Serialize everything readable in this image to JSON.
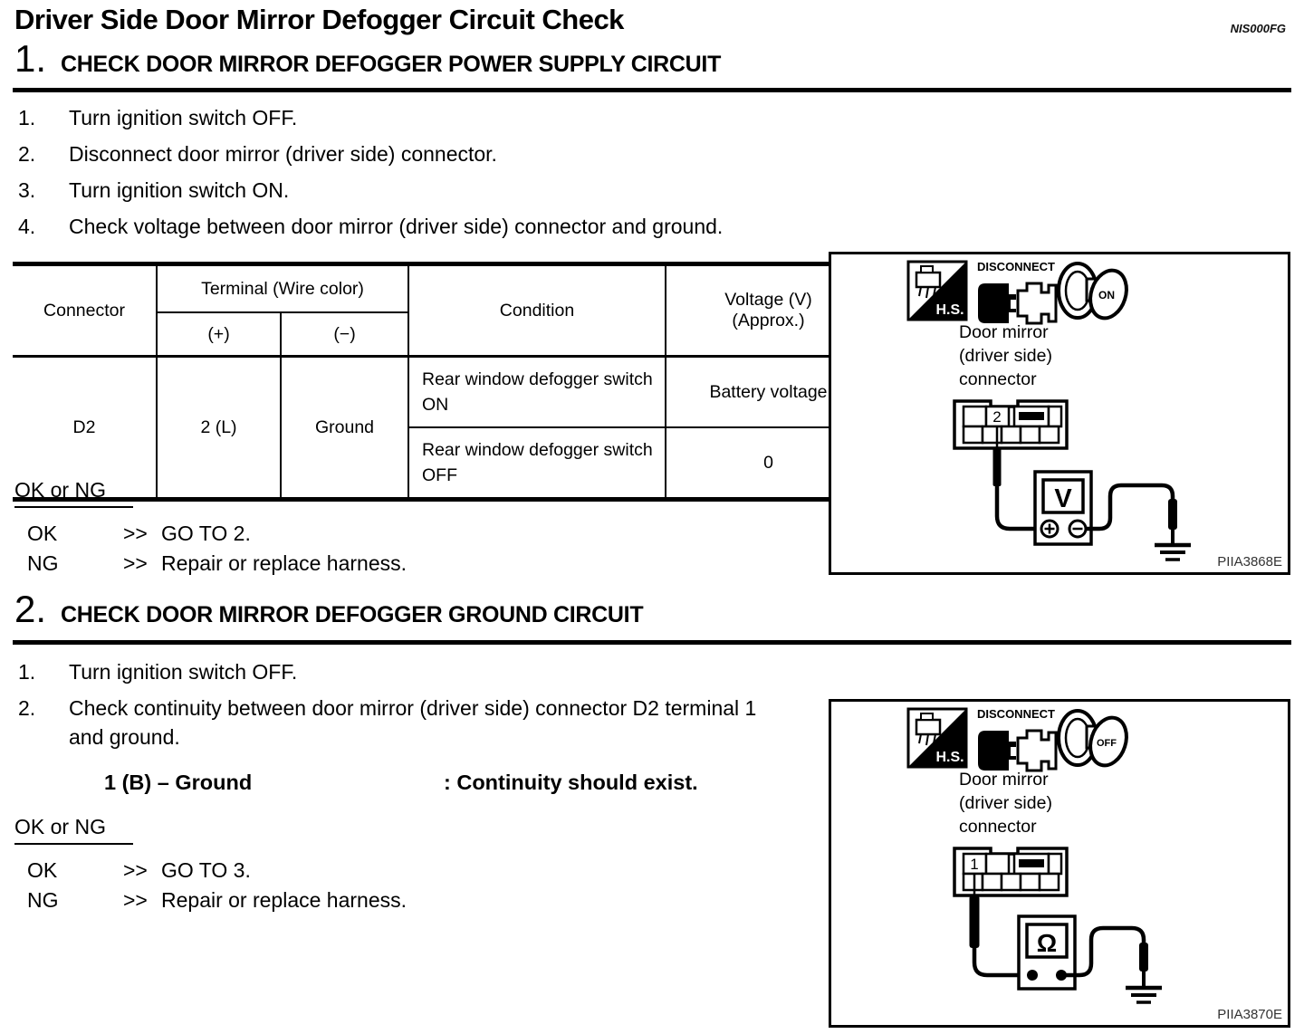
{
  "page": {
    "title": "Driver Side Door Mirror Defogger Circuit Check",
    "doc_code": "NIS000FG"
  },
  "section1": {
    "number": "1.",
    "heading": "CHECK DOOR MIRROR DEFOGGER POWER SUPPLY CIRCUIT",
    "steps": [
      {
        "num": "1.",
        "text": "Turn ignition switch OFF."
      },
      {
        "num": "2.",
        "text": "Disconnect door mirror (driver side) connector."
      },
      {
        "num": "3.",
        "text": "Turn ignition switch ON."
      },
      {
        "num": "4.",
        "text": "Check voltage between door mirror (driver side) connector and ground."
      }
    ],
    "table": {
      "headers": {
        "connector": "Connector",
        "terminal": "Terminal (Wire color)",
        "plus": "(+)",
        "minus": "(−)",
        "condition": "Condition",
        "voltage_line1": "Voltage (V)",
        "voltage_line2": "(Approx.)"
      },
      "row": {
        "connector": "D2",
        "plus": "2 (L)",
        "minus": "Ground",
        "conditions": [
          {
            "condition": "Rear window defogger switch ON",
            "voltage": "Battery voltage"
          },
          {
            "condition": "Rear window defogger switch OFF",
            "voltage": "0"
          }
        ]
      }
    },
    "result": {
      "label": "OK or NG",
      "rows": [
        {
          "key": "OK",
          "arrow": ">>",
          "action": "GO TO 2."
        },
        {
          "key": "NG",
          "arrow": ">>",
          "action": "Repair or replace harness."
        }
      ]
    }
  },
  "diagram1": {
    "hs_label": "H.S.",
    "disconnect_label": "DISCONNECT",
    "ignition_state": "ON",
    "caption_line1": "Door mirror",
    "caption_line2": "(driver side)",
    "caption_line3": "connector",
    "pin": "2",
    "meter_symbol": "V",
    "figure_code": "PIIA3868E"
  },
  "section2": {
    "number": "2.",
    "heading": "CHECK DOOR MIRROR DEFOGGER GROUND CIRCUIT",
    "steps": [
      {
        "num": "1.",
        "text": "Turn ignition switch OFF."
      },
      {
        "num": "2.",
        "text": "Check continuity between door mirror (driver side) connector D2 terminal 1 and ground."
      }
    ],
    "spec": {
      "terminals": "1 (B) – Ground",
      "requirement": ": Continuity should exist."
    },
    "result": {
      "label": "OK or NG",
      "rows": [
        {
          "key": "OK",
          "arrow": ">>",
          "action": "GO TO 3."
        },
        {
          "key": "NG",
          "arrow": ">>",
          "action": "Repair or replace harness."
        }
      ]
    }
  },
  "diagram2": {
    "hs_label": "H.S.",
    "disconnect_label": "DISCONNECT",
    "ignition_state": "OFF",
    "caption_line1": "Door mirror",
    "caption_line2": "(driver side)",
    "caption_line3": "connector",
    "pin": "1",
    "meter_symbol": "Ω",
    "figure_code": "PIIA3870E"
  }
}
